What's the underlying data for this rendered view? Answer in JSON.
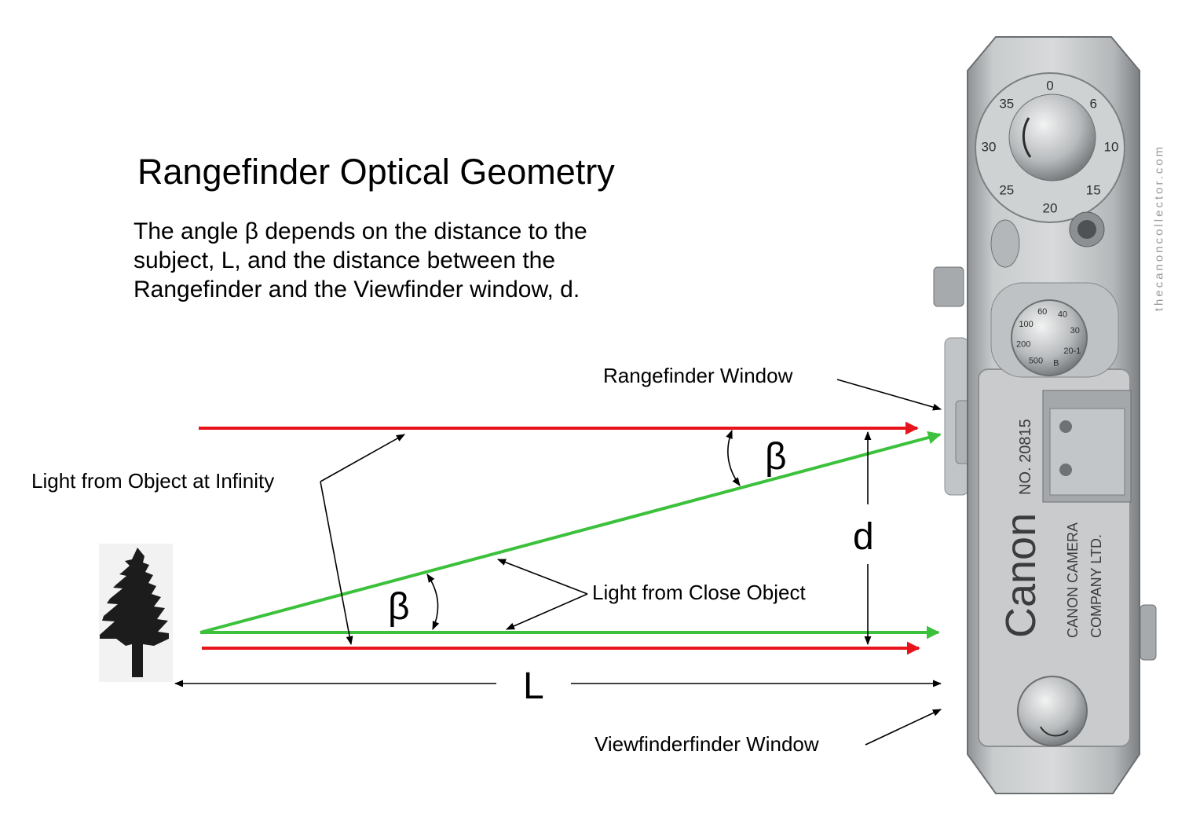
{
  "title": "Rangefinder Optical Geometry",
  "description": {
    "line1": "The angle β depends on the distance to the",
    "line2": "subject, L, and the distance between the",
    "line3": "Rangefinder and the Viewfinder window, d."
  },
  "labels": {
    "rangefinder_window": "Rangefinder Window",
    "light_infinity": "Light from Object at Infinity",
    "light_close": "Light from Close Object",
    "viewfinder_window": "Viewfinderfinder Window"
  },
  "symbols": {
    "beta": "β",
    "distance_L": "L",
    "distance_d": "d"
  },
  "camera": {
    "brand": "Canon",
    "serial": "NO. 20815",
    "maker_line1": "CANON CAMERA",
    "maker_line2": "COMPANY LTD.",
    "shutter_dial": [
      "0",
      "6",
      "10",
      "15",
      "20",
      "25",
      "30",
      "35"
    ],
    "speed_dial": [
      "40",
      "30",
      "20-1",
      "B",
      "500",
      "200",
      "100",
      "60"
    ]
  },
  "watermark": "thecanoncollector.com",
  "colors": {
    "infinity_ray": "#e8141b",
    "close_ray": "#3cc13c",
    "annotation": "#000000",
    "camera_body": "#b9bcbe"
  },
  "icons": {
    "subject": "tree-icon",
    "camera": "camera-top-view-icon"
  }
}
